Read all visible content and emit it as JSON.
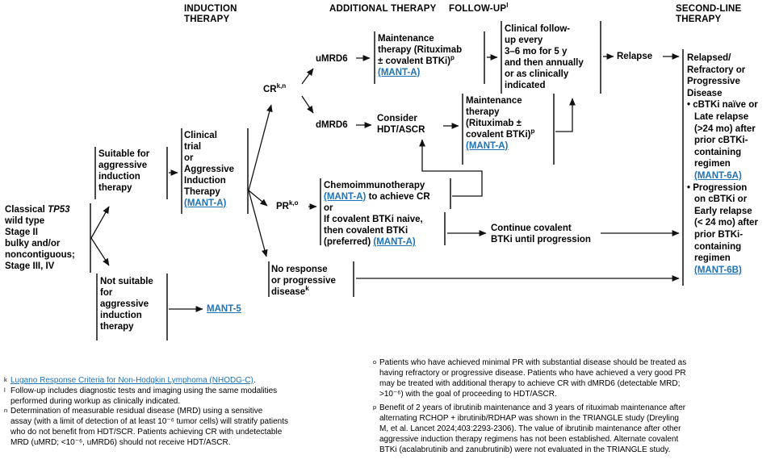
{
  "colors": {
    "link": "#1d72b8",
    "text": "#000000",
    "line": "#111111"
  },
  "headers": {
    "induction": [
      "INDUCTION",
      "THERAPY"
    ],
    "additional": "ADDITIONAL THERAPY",
    "followup": {
      "base": "FOLLOW-UP",
      "sup": "l"
    },
    "second_line": [
      "SECOND-LINE",
      "THERAPY"
    ]
  },
  "flow": {
    "start": {
      "line1_pre": "Classical ",
      "line1_italic": "TP53",
      "lines": [
        "wild type",
        "Stage II",
        "bulky and/or",
        "noncontiguous;",
        "Stage III, IV"
      ]
    },
    "suitable": {
      "lines": [
        "Suitable for",
        "aggressive",
        "induction",
        "therapy"
      ]
    },
    "not_suitable": {
      "lines": [
        "Not suitable",
        "for",
        "aggressive",
        "induction",
        "therapy"
      ]
    },
    "mant5_link": "MANT-5",
    "clinical_trial": {
      "lines": [
        "Clinical",
        "trial",
        "or",
        "Aggressive",
        "Induction",
        "Therapy"
      ],
      "link": "(MANT-A)"
    },
    "cr": {
      "base": "CR",
      "sup": "k,n"
    },
    "umrd6": "uMRD6",
    "dmrd6": "dMRD6",
    "pr": {
      "base": "PR",
      "sup": "k,o"
    },
    "no_response": {
      "lines": [
        "No response",
        "or progressive"
      ],
      "line3": "disease",
      "line3_sup": "k"
    },
    "maintenance1": {
      "lines": [
        "Maintenance",
        "therapy (Rituximab"
      ],
      "line3": "± covalent BTKi)",
      "line3_sup": "p",
      "link": "(MANT-A)"
    },
    "followup_box": {
      "lines": [
        "Clinical follow-",
        "up every",
        "3–6 mo for 5 y",
        "and then annually",
        "or as clinically",
        "indicated"
      ]
    },
    "relapse": "Relapse",
    "consider_hdt": {
      "lines": [
        "Consider",
        "HDT/ASCR"
      ]
    },
    "maintenance2": {
      "lines": [
        "Maintenance",
        "therapy",
        "(Rituximab ±"
      ],
      "line4": "covalent BTKi)",
      "line4_sup": "p",
      "link": "(MANT-A)"
    },
    "chemo": {
      "line1": "Chemoimmunotherapy",
      "line2_link": "(MANT-A)",
      "line2_post": " to achieve CR",
      "line3": "or",
      "lines45": [
        "If covalent BTKi naive,",
        "then covalent BTKi"
      ],
      "line6_pre": "(preferred) ",
      "line6_link": "(MANT-A)"
    },
    "continue_btki": {
      "lines": [
        "Continue covalent",
        "BTKi until progression"
      ]
    },
    "second_line_box": {
      "title_lines": [
        "Relapsed/",
        "Refractory or",
        "Progressive",
        "Disease"
      ],
      "bullet1_lines": [
        "• cBTKi naïve or",
        "Late relapse",
        "(>24 mo) after",
        "prior cBTKi-",
        "containing",
        "regimen"
      ],
      "bullet1_link": "(MANT-6A)",
      "bullet2_lines": [
        "• Progression",
        "on cBTKi or",
        "Early relapse",
        "(< 24 mo) after",
        "prior BTKi-",
        "containing",
        "regimen"
      ],
      "bullet2_link": "(MANT-6B)"
    }
  },
  "footnotes": {
    "k": {
      "sup": "k",
      "link": "Lugano Response Criteria for Non-Hodgkin Lymphoma (NHODG-C)",
      "post": "."
    },
    "l": {
      "sup": "l",
      "lines": [
        "Follow-up includes diagnostic tests and imaging using the same modalities",
        "performed during workup as clinically indicated."
      ]
    },
    "n": {
      "sup": "n",
      "lines": [
        "Determination of measurable residual disease (MRD) using a sensitive",
        "assay (with a limit of detection of at least 10⁻⁶ tumor cells) will stratify patients",
        "who do not benefit from HDT/SCR. Patients achieving CR with undetectable",
        "MRD (uMRD; <10⁻⁶, uMRD6) should not receive HDT/ASCR."
      ]
    },
    "o": {
      "sup": "o",
      "lines": [
        "Patients who have achieved minimal PR with substantial disease should be treated as",
        "having refractory or progressive disease. Patients who have achieved a very good PR",
        "may be treated with additional therapy to achieve CR with dMRD6 (detectable MRD;",
        ">10⁻⁶) with the goal of proceeding to HDT/ASCR."
      ]
    },
    "p": {
      "sup": "p",
      "lines": [
        "Benefit of 2 years of ibrutinib maintenance and 3 years of rituximab maintenance after",
        "alternating RCHOP + ibrutinib/RDHAP was shown in the TRIANGLE study (Dreyling",
        "M, et al. Lancet 2024;403:2293-2306). The value of ibrutinib maintenance after other",
        "aggressive induction therapy regimens has not been established. Alternate covalent",
        "BTKi (acalabrutinib and zanubrutinib) were not evaluated in the TRIANGLE study."
      ]
    }
  }
}
